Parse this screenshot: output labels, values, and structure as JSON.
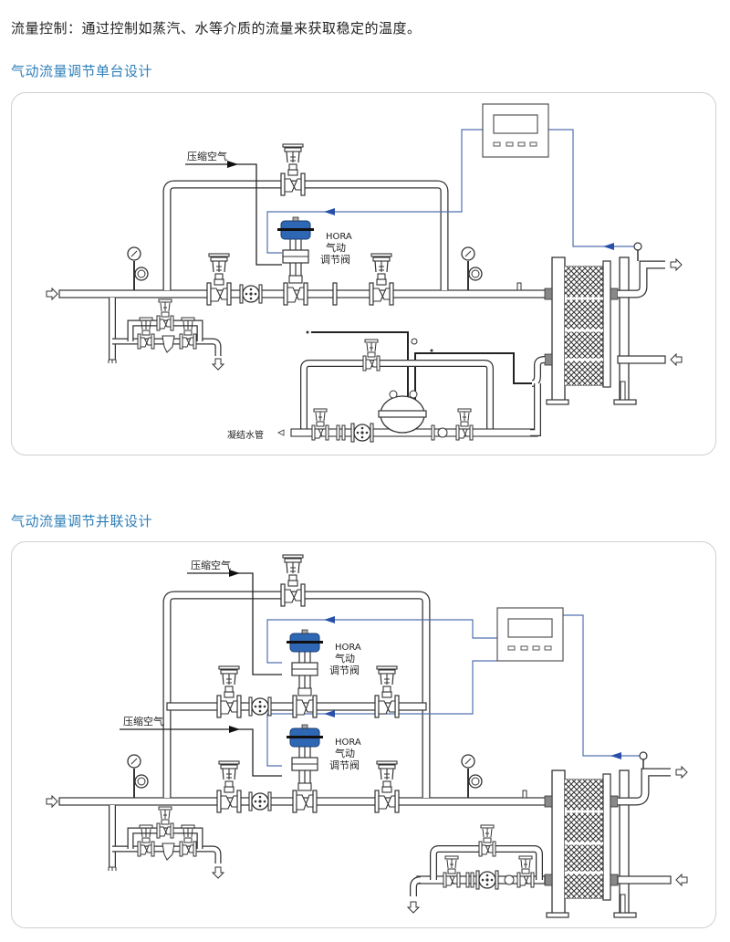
{
  "intro": "流量控制：通过控制如蒸汽、水等介质的流量来获取稳定的温度。",
  "sections": [
    {
      "title": "气动流量调节单台设计",
      "labels": {
        "compressed_air": "压缩空气",
        "valve_brand": "HORA",
        "valve_line1": "气动",
        "valve_line2": "调节阀",
        "condensate_pipe": "凝结水管"
      },
      "colors": {
        "actuator": "#2e68b4",
        "signal_line": "#5070b0",
        "pipe": "#333333"
      }
    },
    {
      "title": "气动流量调节并联设计",
      "labels": {
        "compressed_air_top": "压缩空气",
        "compressed_air_bottom": "压缩空气",
        "valve_brand": "HORA",
        "valve_line1": "气动",
        "valve_line2": "调节阀"
      },
      "colors": {
        "actuator": "#2e68b4",
        "signal_line": "#5070b0",
        "pipe": "#333333"
      }
    }
  ]
}
